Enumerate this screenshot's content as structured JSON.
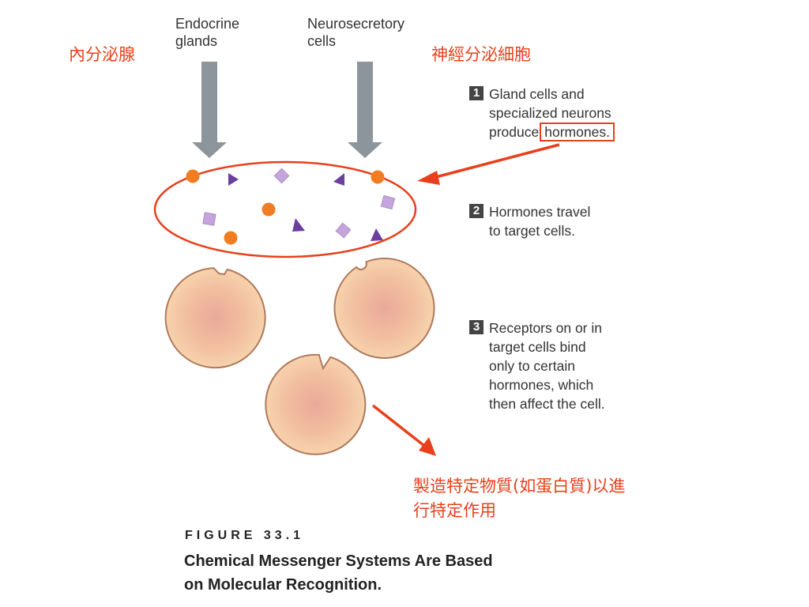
{
  "sources": {
    "endocrine": [
      "Endocrine",
      "glands"
    ],
    "neurosecretory": [
      "Neurosecretory",
      "cells"
    ]
  },
  "annotations_zh": {
    "endocrine": "內分泌腺",
    "neurosecretory": "神經分泌細胞",
    "proteins": [
      "製造特定物質(如蛋白質)以進",
      "行特定作用"
    ]
  },
  "steps": [
    {
      "num": "1",
      "lines": [
        "Gland cells and",
        "specialized neurons",
        "produce"
      ],
      "highlight": "hormones."
    },
    {
      "num": "2",
      "lines": [
        "Hormones travel",
        "to target cells."
      ]
    },
    {
      "num": "3",
      "lines": [
        "Receptors on or in",
        "target cells bind",
        "only to certain",
        "hormones, which",
        "then affect the cell."
      ]
    }
  ],
  "figure": {
    "number": "FIGURE 33.1",
    "title": [
      "Chemical Messenger Systems Are Based",
      "on Molecular Recognition."
    ]
  },
  "colors": {
    "annotation": "#e8401c",
    "arrow_gray": "#8d959c",
    "hormone_orange": "#f07d22",
    "hormone_triangle": "#6a3fa0",
    "hormone_square": "#c6a4dd",
    "cell_fill": "#f5c9a0",
    "cell_center": "#eaa99a",
    "cell_edge": "#b0795e"
  }
}
